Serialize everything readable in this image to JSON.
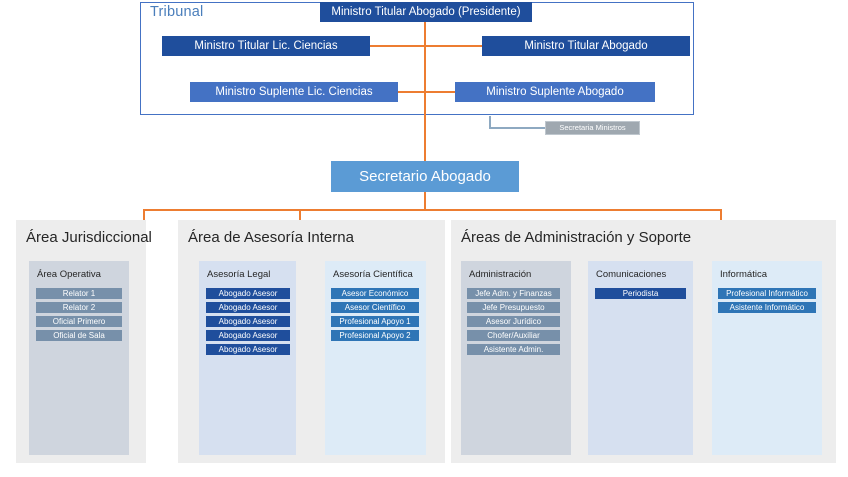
{
  "chart_type": "organizational-chart",
  "colors": {
    "navy": "#1F4E9C",
    "royal": "#4472C4",
    "steel": "#5B9BD5",
    "midblue": "#2E75B6",
    "slate": "#7790AA",
    "grey_box": "#9FA8B0",
    "connector": "#ED7D31",
    "connector_grey": "#8EA9C1",
    "panel_bg": "#EDEDED",
    "col_grey": "#CFD5DE",
    "col_blue_1": "#D6E0F0",
    "col_blue_2": "#DDEBF7",
    "frame_border": "#4472C4",
    "tribunal_label": "#4A7EBB"
  },
  "tribunal": {
    "label": "Tribunal",
    "presidente": "Ministro Titular Abogado (Presidente)",
    "titular_ciencias": "Ministro Titular Lic. Ciencias",
    "titular_abogado": "Ministro Titular Abogado",
    "suplente_ciencias": "Ministro Suplente Lic. Ciencias",
    "suplente_abogado": "Ministro Suplente Abogado",
    "secretaria_ministros": "Secretaria Ministros"
  },
  "secretario": {
    "label": "Secretario Abogado"
  },
  "areas": [
    {
      "title": "Área Jurisdiccional",
      "columns": [
        {
          "title": "Área Operativa",
          "items": [
            "Relator 1",
            "Relator 2",
            "Oficial Primero",
            "Oficial de Sala"
          ]
        }
      ]
    },
    {
      "title": "Área de Asesoría Interna",
      "columns": [
        {
          "title": "Asesoría Legal",
          "items": [
            "Abogado Asesor",
            "Abogado Asesor",
            "Abogado Asesor",
            "Abogado Asesor",
            "Abogado Asesor"
          ]
        },
        {
          "title": "Asesoría Científica",
          "items": [
            "Asesor Económico",
            "Asesor Científico",
            "Profesional Apoyo 1",
            "Profesional Apoyo 2"
          ]
        }
      ]
    },
    {
      "title": "Áreas de Administración y Soporte",
      "columns": [
        {
          "title": "Administración",
          "items": [
            "Jefe Adm. y Finanzas",
            "Jefe Presupuesto",
            "Asesor Jurídico",
            "Chofer/Auxiliar",
            "Asistente Admin."
          ]
        },
        {
          "title": "Comunicaciones",
          "items": [
            "Periodista"
          ]
        },
        {
          "title": "Informática",
          "items": [
            "Profesional Informático",
            "Asistente Informático"
          ]
        }
      ]
    }
  ]
}
